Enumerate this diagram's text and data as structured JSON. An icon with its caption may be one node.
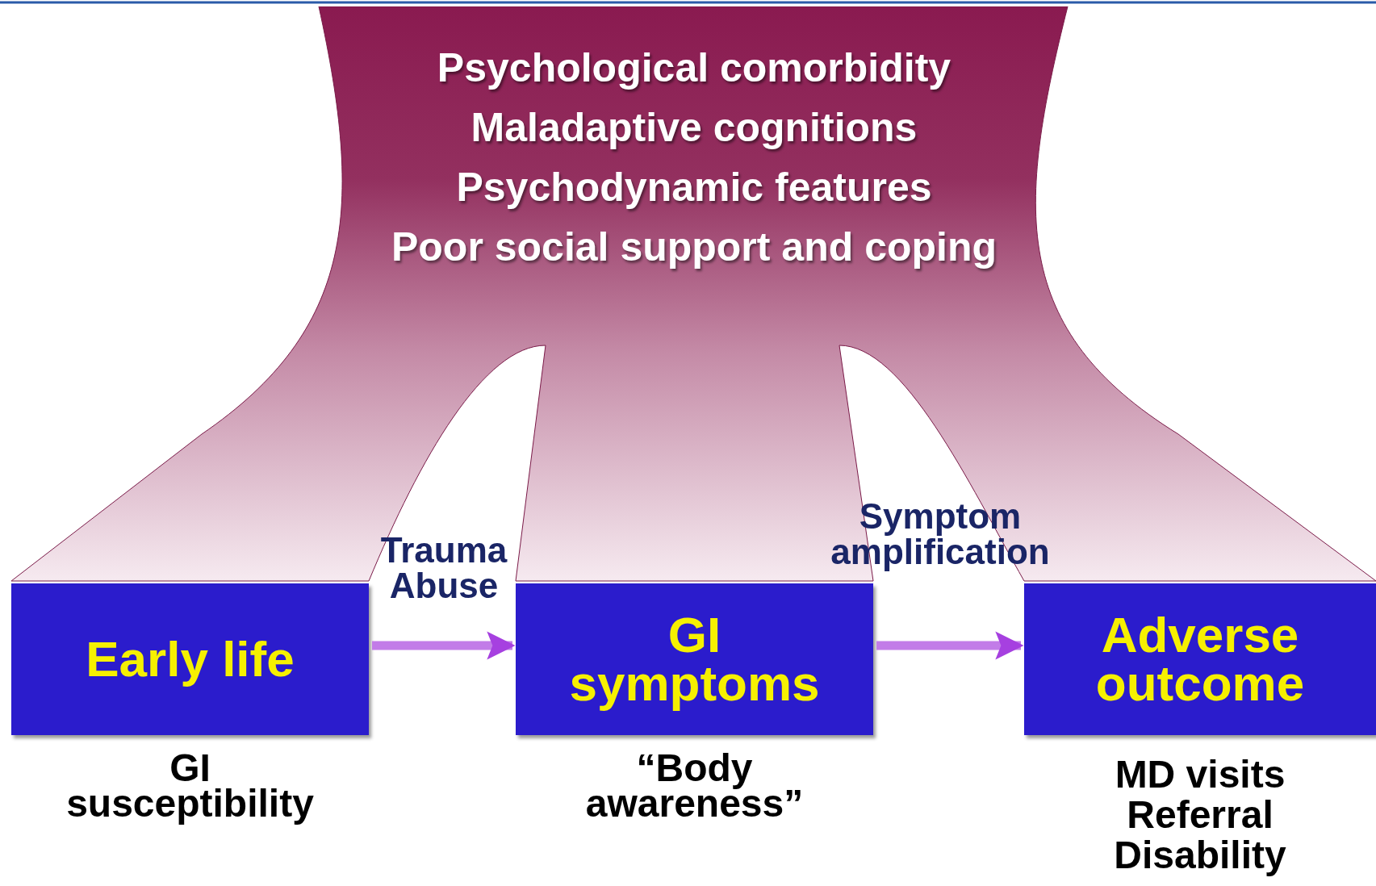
{
  "diagram": {
    "nodes": [
      {
        "text": [
          "Psychological comorbidity",
          "Maladaptive cognitions",
          "Psychodynamic features",
          "Poor social support and coping"
        ]
      },
      {
        "text": [
          "Early life"
        ],
        "beside": [
          "GI susceptibility"
        ]
      },
      {
        "text": [
          "GI symptoms"
        ],
        "beside": [
          "“Body awareness”"
        ]
      },
      {
        "text": [
          "Adverse outcome"
        ],
        "beside": [
          "MD visits",
          "Referral",
          "Disability"
        ]
      }
    ],
    "edges": [
      {
        "from": 1,
        "to": 2,
        "arrow": "to",
        "label": "Trauma Abuse"
      },
      {
        "from": 2,
        "to": 3,
        "arrow": "to",
        "label": "Symptom amplification"
      }
    ]
  }
}
